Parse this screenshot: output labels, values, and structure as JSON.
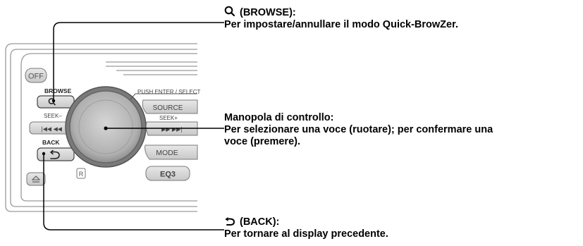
{
  "device": {
    "buttons": {
      "off": "OFF",
      "browse": "BROWSE",
      "seek_minus": "SEEK–",
      "seek_prev": "|◀◀ ◀◀",
      "back": "BACK",
      "push_enter_select": "PUSH ENTER / SELECT",
      "source": "SOURCE",
      "seek_plus": "SEEK+",
      "seek_next": "▶▶ ▶▶|",
      "mode": "MODE",
      "eq": "EQ3",
      "r_mark": "R"
    }
  },
  "callouts": {
    "browse": {
      "icon": "search-icon",
      "title": "(BROWSE):",
      "desc": "Per impostare/annullare il modo Quick-BrowZer."
    },
    "knob": {
      "title": "Manopola di controllo:",
      "desc_line1": "Per selezionare una voce (ruotare); per confermare una",
      "desc_line2": "voce (premere)."
    },
    "back": {
      "icon": "back-arrow-icon",
      "title": "(BACK):",
      "desc": "Per tornare al display precedente."
    }
  },
  "colors": {
    "panel_line": "#9a9a9a",
    "knob_outer": "#6e6e6e",
    "knob_inner": "#bdbdbd",
    "button_fill": "#d9d9d9",
    "leader": "#000000"
  }
}
